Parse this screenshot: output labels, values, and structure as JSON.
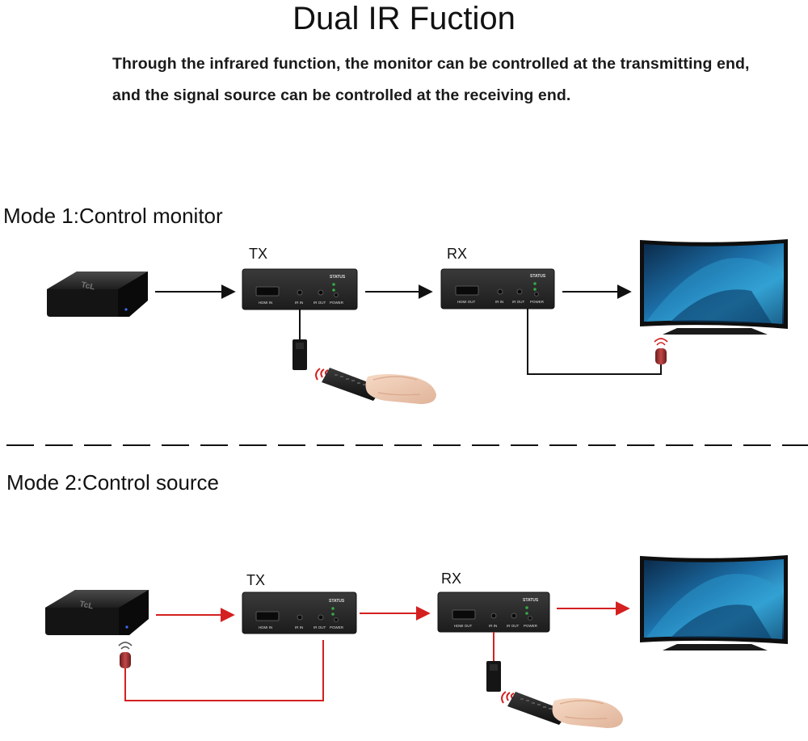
{
  "page": {
    "title": "Dual IR Fuction",
    "description": "Through the infrared function, the monitor can be controlled at the transmitting end, and the signal source can be controlled at the receiving end."
  },
  "colors": {
    "mode1_line": "#111111",
    "mode2_line": "#d42020",
    "device_body": "#2a2a2a",
    "led": "#33aa44"
  },
  "modes": [
    {
      "title": "Mode 1:Control monitor",
      "source_logo": "TcL",
      "tx": {
        "label": "TX",
        "status": "STATUS",
        "ports": [
          "HDMI IN",
          "IR IN",
          "IR OUT",
          "POWER"
        ]
      },
      "rx": {
        "label": "RX",
        "status": "STATUS",
        "ports": [
          "HDMI OUT",
          "IR IN",
          "IR OUT",
          "POWER"
        ]
      }
    },
    {
      "title": "Mode 2:Control source",
      "source_logo": "TcL",
      "tx": {
        "label": "TX",
        "status": "STATUS",
        "ports": [
          "HDMI IN",
          "IR IN",
          "IR OUT",
          "POWER"
        ]
      },
      "rx": {
        "label": "RX",
        "status": "STATUS",
        "ports": [
          "HDMI OUT",
          "IR IN",
          "IR OUT",
          "POWER"
        ]
      }
    }
  ]
}
